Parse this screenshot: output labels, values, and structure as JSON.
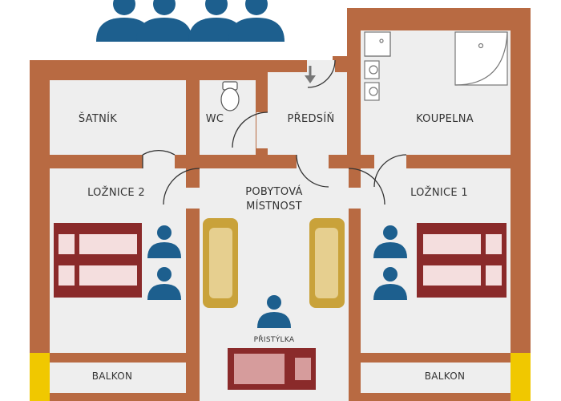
{
  "rooms": {
    "satnik": "ŠATNÍK",
    "wc": "WC",
    "predsin": "PŘEDSÍŇ",
    "koupelna": "KOUPELNA",
    "loznice2": "LOŽNICE 2",
    "pobytova_line1": "POBYTOVÁ",
    "pobytova_line2": "MÍSTNOST",
    "loznice1": "LOŽNICE 1",
    "balkon_left": "BALKON",
    "balkon_right": "BALKON"
  },
  "furniture": {
    "extra_bed_label": "PŘISTÝLKA"
  },
  "occupancy": {
    "total_persons_icons": 4,
    "loznice2_persons": 2,
    "loznice1_persons": 2,
    "living_persons": 1
  },
  "colors": {
    "wall": "#b86a42",
    "floor": "#eeeeee",
    "person": "#1d5f8e",
    "bed": "#8a2a2a",
    "sofa": "#c9a23a",
    "balcony": "#f0c800"
  }
}
